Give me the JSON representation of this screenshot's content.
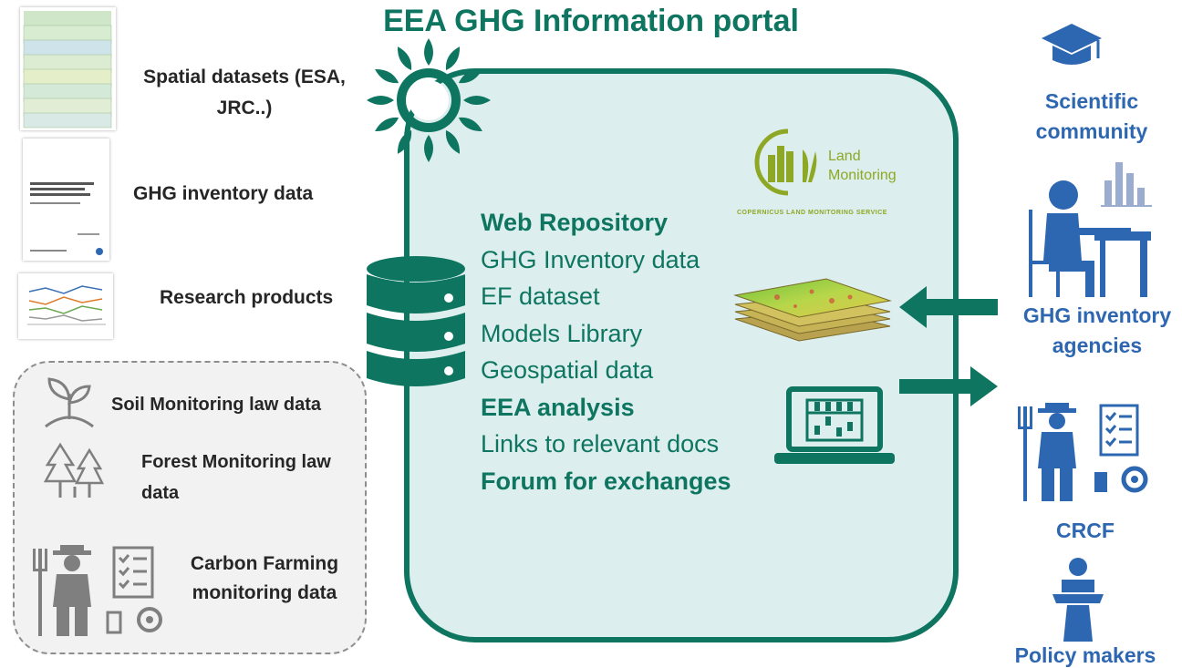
{
  "title": "EEA GHG Information portal",
  "sources": {
    "spatial": "Spatial datasets (ESA, JRC..)",
    "ghg_inventory": "GHG inventory data",
    "research": "Research products"
  },
  "other_sources": {
    "soil": "Soil Monitoring law data",
    "forest": "Forest Monitoring law data",
    "carbon_farming": "Carbon Farming monitoring data"
  },
  "portal_items": [
    {
      "label": "Web Repository",
      "bold": true
    },
    {
      "label": "GHG Inventory data",
      "bold": false
    },
    {
      "label": "EF dataset",
      "bold": false
    },
    {
      "label": "Models Library",
      "bold": false
    },
    {
      "label": "Geospatial data",
      "bold": false
    },
    {
      "label": "EEA analysis",
      "bold": true
    },
    {
      "label": "Links to relevant docs",
      "bold": false
    },
    {
      "label": "Forum for exchanges",
      "bold": true
    }
  ],
  "land_monitoring": {
    "line1": "Land",
    "line2": "Monitoring",
    "service": "COPERNICUS LAND MONITORING SERVICE"
  },
  "audiences": {
    "scientific": "Scientific community",
    "agencies": "GHG inventory agencies",
    "crcf": "CRCF",
    "policy": "Policy makers"
  },
  "colors": {
    "portal_green": "#0e7560",
    "portal_fill": "#dceeed",
    "audience_blue": "#2e67b1",
    "icon_grey": "#7f7f7f",
    "copernicus_olive": "#8ea825"
  },
  "icons": [
    "sun-gear-icon",
    "database-icon",
    "map-layers-icon",
    "laptop-abacus-icon",
    "graduation-cap-icon",
    "person-at-desk-icon",
    "farmer-icon",
    "checklist-icon",
    "podium-speaker-icon",
    "sprout-icon",
    "trees-icon"
  ]
}
